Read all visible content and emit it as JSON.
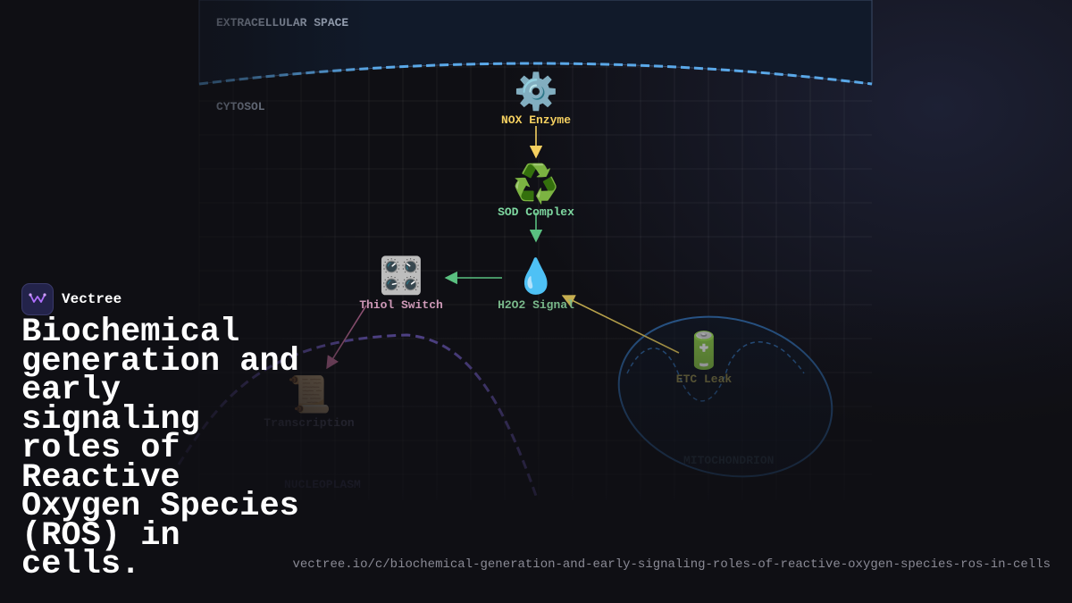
{
  "brand": {
    "name": "Vectree",
    "logo_icon": "vectree-logo-icon"
  },
  "title": "Biochemical generation and early signaling roles of Reactive Oxygen Species (ROS) in cells.",
  "url": "vectree.io/c/biochemical-generation-and-early-signaling-roles-of-reactive-oxygen-species-ros-in-cells",
  "regions": {
    "extracellular": "EXTRACELLULAR SPACE",
    "cytosol": "CYTOSOL",
    "nucleoplasm": "NUCLEOPLASM",
    "mitochondrion": "MITOCHONDRION"
  },
  "nodes": {
    "nox": {
      "label": "NOX Enzyme",
      "icon": "⚙️",
      "icon_name": "gear-icon",
      "color": "#f5d060"
    },
    "sod": {
      "label": "SOD Complex",
      "icon": "♻️",
      "icon_name": "recycle-icon",
      "color": "#7ed8a0"
    },
    "h2o2": {
      "label": "H2O2 Signal",
      "icon": "💧",
      "icon_name": "droplet-icon",
      "color": "#7ec090"
    },
    "thiol": {
      "label": "Thiol Switch",
      "icon": "🎛️",
      "icon_name": "control-knobs-icon",
      "color": "#d8a0c0"
    },
    "transcription": {
      "label": "Transcription",
      "icon": "📜",
      "icon_name": "scroll-icon",
      "color": "#4a4a6a"
    },
    "etc": {
      "label": "ETC Leak",
      "icon": "🔋",
      "icon_name": "battery-icon",
      "color": "#9a9250"
    }
  },
  "colors": {
    "membrane": "#5aa8e8",
    "nox_arrow": "#f5d060",
    "sod_arrow": "#5ac080",
    "h2o2_arrow": "#5ac080",
    "thiol_arrow": "#a05a80",
    "etc_arrow": "#c8b050",
    "nucleus_border": "#5a4a9a",
    "mito_border": "#2a5a90"
  }
}
